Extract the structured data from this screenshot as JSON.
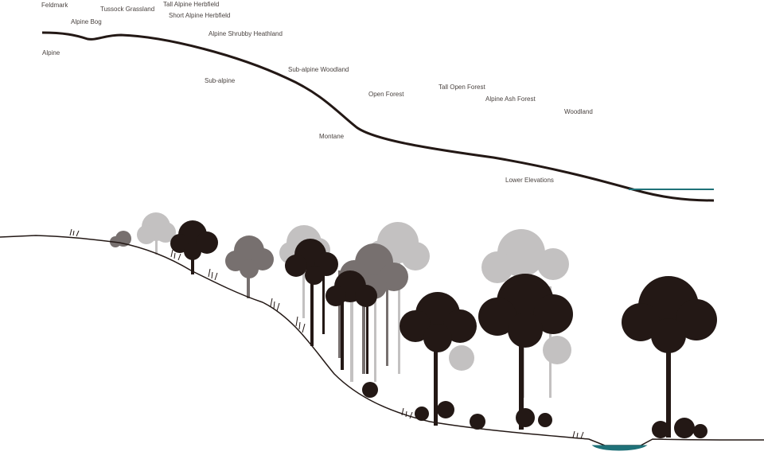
{
  "vegetation_labels": {
    "feldmark": "Feldmark",
    "alpine_bog": "Alpine Bog",
    "tussock_grassland": "Tussock Grassland",
    "tall_alpine_herbfield": "Tall Alpine Herbfield",
    "short_alpine_herbfield": "Short Alpine Herbfield",
    "alpine_shrubby_heathland": "Alpine Shrubby Heathland",
    "sub_alpine_woodland": "Sub-alpine Woodland",
    "open_forest": "Open Forest",
    "tall_open_forest": "Tall Open Forest",
    "alpine_ash_forest": "Alpine Ash Forest",
    "woodland": "Woodland"
  },
  "zone_labels": {
    "alpine": "Alpine",
    "sub_alpine": "Sub-alpine",
    "montane": "Montane",
    "lower_elevations": "Lower Elevations"
  },
  "colors": {
    "profile_line": "#231815",
    "water": "#1f7178",
    "tree_dark": "#231815",
    "tree_mid": "#6e6668",
    "tree_light": "#bdbbbb",
    "label_text": "#4a4340"
  }
}
